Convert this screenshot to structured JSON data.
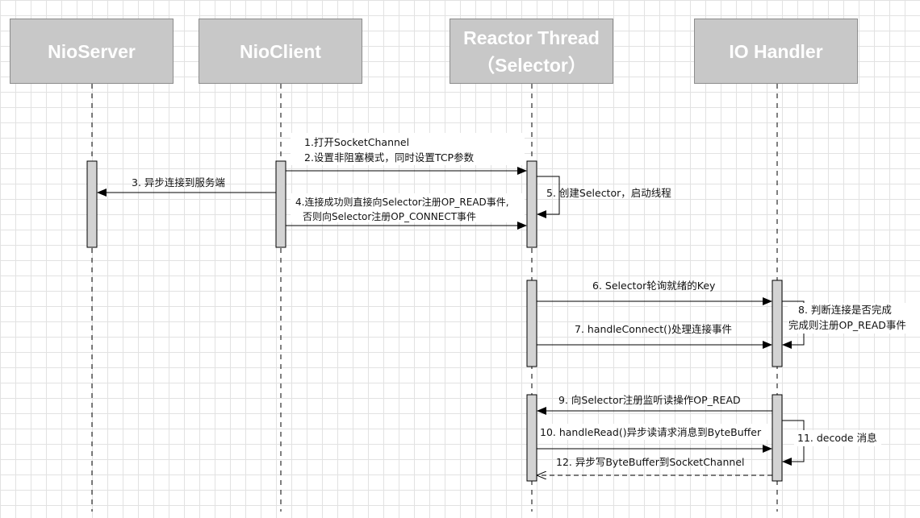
{
  "participants": {
    "nioserver": "NioServer",
    "nioclient": "NioClient",
    "reactor": "Reactor Thread\n（Selector）",
    "iohandler": "IO Handler"
  },
  "messages": {
    "m1": "1.打开SocketChannel",
    "m2": "2.设置非阻塞模式，同时设置TCP参数",
    "m3": "3. 异步连接到服务端",
    "m4a": "4.连接成功则直接向Selector注册OP_READ事件,",
    "m4b": "否则向Selector注册OP_CONNECT事件",
    "m5": "5. 创建Selector，启动线程",
    "m6": "6. Selector轮询就绪的Key",
    "m7": "7. handleConnect()处理连接事件",
    "m8a": "8. 判断连接是否完成",
    "m8b": "完成则注册OP_READ事件",
    "m9": "9. 向Selector注册监听读操作OP_READ",
    "m10": "10. handleRead()异步读请求消息到ByteBuffer",
    "m11": "11. decode 消息",
    "m12": "12. 异步写ByteBuffer到SocketChannel"
  }
}
